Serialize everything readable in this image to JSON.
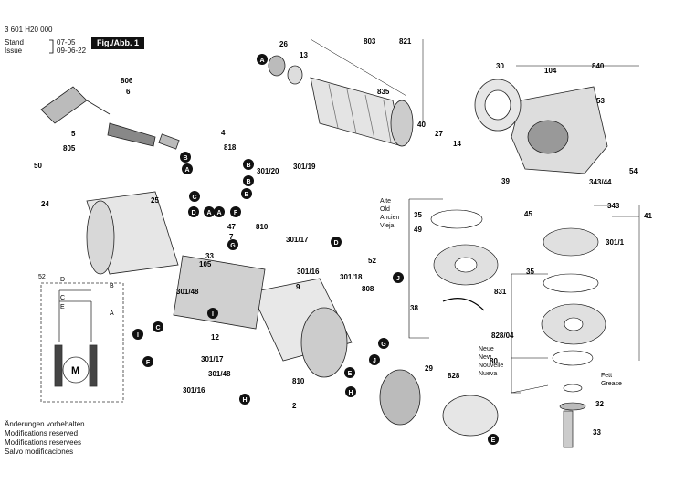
{
  "header": {
    "part_number": "3 601 H20 000",
    "stand_label": "Stand",
    "issue_label": "Issue",
    "stand_value": "07-05",
    "issue_value": "09-06-22",
    "figure_label": "Fig./Abb. 1"
  },
  "notes": [
    "Änderungen vorbehalten",
    "Modifications reserved",
    "Modifications reservees",
    "Salvo modificaciones"
  ],
  "legend_old": [
    "Alte",
    "Old",
    "Ancien",
    "Vieja"
  ],
  "legend_new": [
    "Neue",
    "New",
    "Nouvelle",
    "Nueva"
  ],
  "grease_label": [
    "Fett",
    "Grease"
  ],
  "circuit": {
    "labels": [
      "52",
      "D",
      "B",
      "E",
      "A",
      "C",
      "M"
    ]
  },
  "part_labels": [
    "26",
    "13",
    "803",
    "821",
    "30",
    "104",
    "840",
    "835",
    "806",
    "6",
    "5",
    "805",
    "40",
    "27",
    "14",
    "53",
    "50",
    "24",
    "4",
    "818",
    "301/20",
    "301/19",
    "25",
    "39",
    "343/44",
    "45",
    "343",
    "41",
    "54",
    "810",
    "47",
    "7",
    "301/17",
    "301/16",
    "52",
    "105",
    "301/48",
    "33",
    "35",
    "49",
    "831",
    "38",
    "301/1",
    "9",
    "301/18",
    "808",
    "12",
    "301/16",
    "301/17",
    "301/48",
    "810",
    "2",
    "29",
    "828",
    "828/04",
    "80",
    "32",
    "33",
    "35"
  ],
  "circle_markers": [
    "A",
    "B",
    "A",
    "B",
    "B",
    "C",
    "D",
    "A",
    "F",
    "G",
    "I",
    "C",
    "I",
    "F",
    "D",
    "J",
    "G",
    "J",
    "E",
    "H",
    "H",
    "E",
    "A",
    "B"
  ]
}
